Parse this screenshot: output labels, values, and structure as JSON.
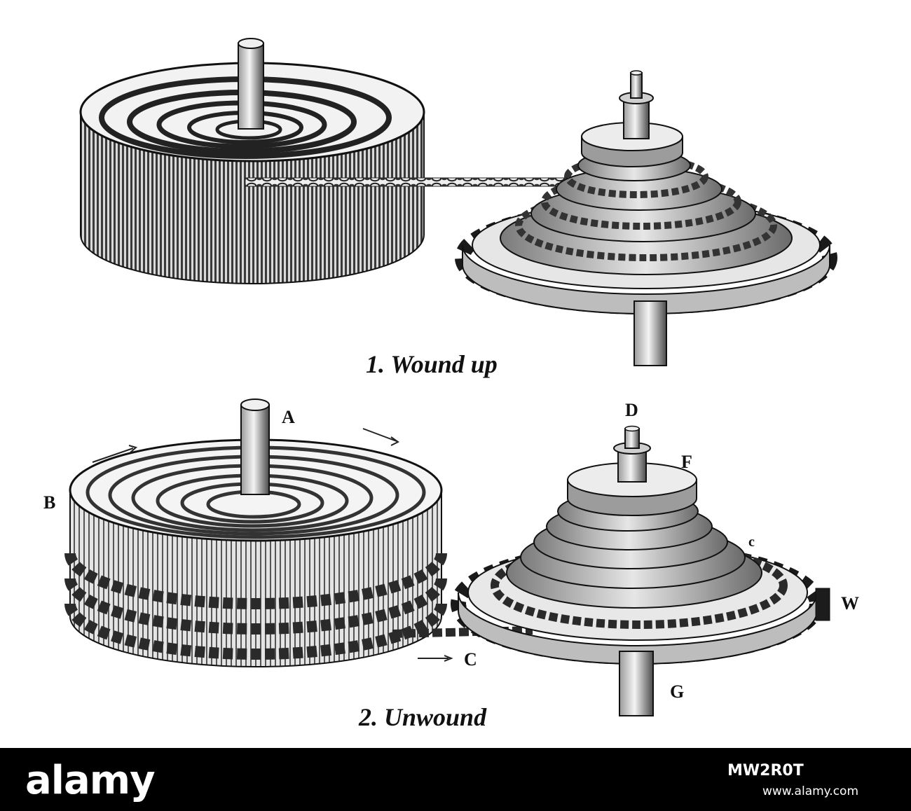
{
  "figure": {
    "caption_wound": "1. Wound up",
    "caption_unwound": "2. Unwound",
    "labels": {
      "A": "A",
      "B": "B",
      "C": "C",
      "D": "D",
      "F": "F",
      "G": "G",
      "W": "W",
      "c": "c"
    }
  },
  "footer": {
    "brand": "alamy",
    "image_id": "MW2R0T",
    "site": "www.alamy.com"
  },
  "colors": {
    "ink": "#111111",
    "metal_dark": "#3a3a3a",
    "metal_light": "#d8d8d8",
    "footer_bg": "#000000"
  }
}
